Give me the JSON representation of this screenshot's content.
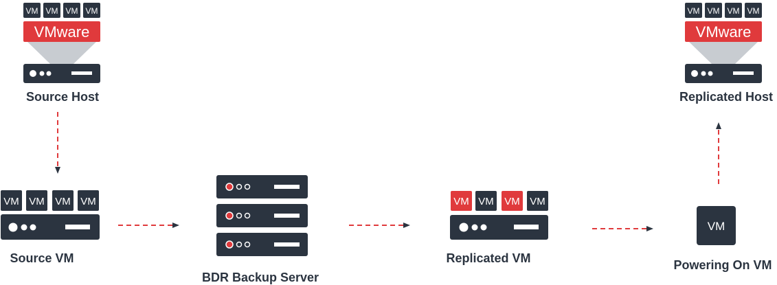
{
  "colors": {
    "dark": "#2b3440",
    "red": "#e03a3c",
    "cone": "#c8ccd1",
    "white": "#ffffff"
  },
  "vm_label": "VM",
  "source_host": {
    "brand": "VMware",
    "label": "Source Host"
  },
  "replicated_host": {
    "brand": "VMware",
    "label": "Replicated Host"
  },
  "source_vm": {
    "label": "Source VM"
  },
  "backup_server": {
    "label": "BDR Backup Server"
  },
  "replicated_vm": {
    "label": "Replicated VM",
    "vm_colors": [
      "red",
      "dark",
      "red",
      "dark"
    ]
  },
  "powering_on": {
    "label": "Powering On VM"
  }
}
